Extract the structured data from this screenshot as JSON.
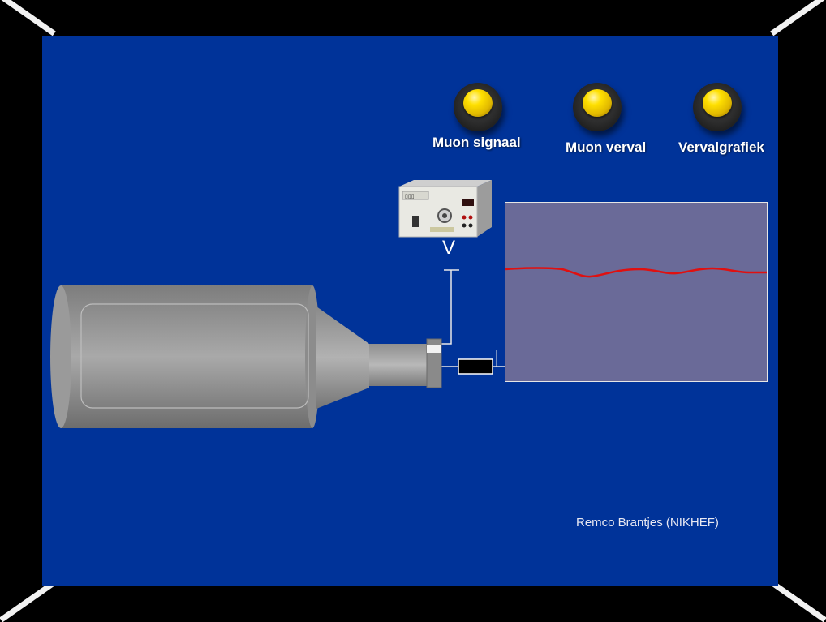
{
  "buttons": {
    "muon_signal": "Muon signaal",
    "muon_decay": "Muon verval",
    "decay_graph": "Vervalgrafiek"
  },
  "voltage_label": "V",
  "credit": "Remco Brantjes (NIKHEF)",
  "colors": {
    "panel": "#003399",
    "scope_screen": "#6a6a98",
    "signal_trace": "#e01010",
    "button_cap": "#ffe000"
  },
  "icons": [
    "yellow-button-icon",
    "power-supply-icon",
    "detector-tube-icon",
    "resistor-icon"
  ]
}
